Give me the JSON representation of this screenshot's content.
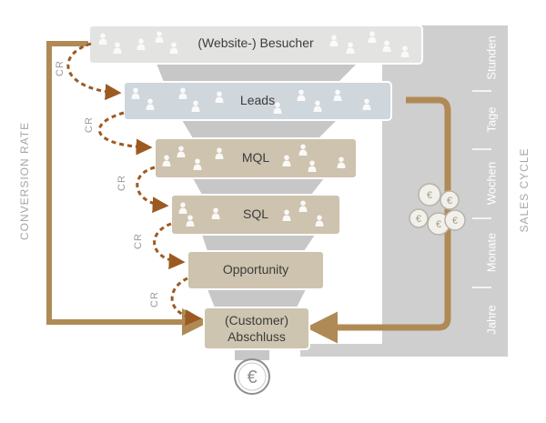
{
  "stages": [
    {
      "label": "(Website-) Besucher"
    },
    {
      "label": "Leads"
    },
    {
      "label": "MQL"
    },
    {
      "label": "SQL"
    },
    {
      "label": "Opportunity"
    },
    {
      "label_line1": "(Customer)",
      "label_line2": "Abschluss"
    }
  ],
  "cr_label": "CR",
  "conversion_rate_label": "CONVERSION RATE",
  "sales_cycle_label": "SALES CYCLE",
  "time_units": [
    "Stunden",
    "Tage",
    "Wochen",
    "Monate",
    "Jahre"
  ],
  "currency_symbol": "€",
  "colors": {
    "visitors": "#e3e3e1",
    "leads": "#cfd6dc",
    "mql_sql_opportunity": "#cdc3ae",
    "customer": "#cec5b0",
    "funnel_gray": "#c7c7c7",
    "panel_gray": "#cfcfcf",
    "arrow_brown": "#b08a56",
    "dotted_brown": "#9c5a22",
    "coin": "#f2f0ea"
  }
}
